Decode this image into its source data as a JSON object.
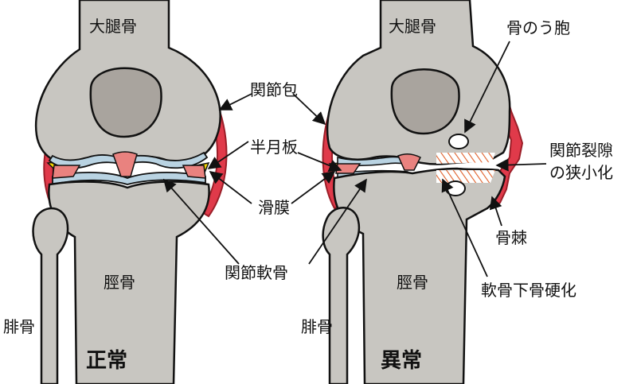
{
  "colors": {
    "bone": "#c8c6c1",
    "bone_outline": "#111111",
    "marrow": "#a9a49e",
    "cartilage": "#b9d3e2",
    "capsule": "#e03a4a",
    "capsule_outline": "#9b1e28",
    "meniscus": "#e9827f",
    "synovial_fluid": "#f5d800",
    "sclerosis_hatch": "#e0602a",
    "background": "#ffffff"
  },
  "normal": {
    "caption": "正常",
    "femur_label": "大腿骨",
    "tibia_label": "脛骨",
    "fibula_label": "腓骨"
  },
  "abnormal": {
    "caption": "異常",
    "femur_label": "大腿骨",
    "tibia_label": "脛骨",
    "fibula_label": "腓骨"
  },
  "labels": {
    "capsule": "関節包",
    "meniscus": "半月板",
    "synovium": "滑膜",
    "cartilage": "関節軟骨",
    "bone_cyst": "骨のう胞",
    "joint_space_line1": "関節裂隙",
    "joint_space_line2": "の狭小化",
    "osteophyte": "骨棘",
    "subchondral_sclerosis": "軟骨下骨硬化"
  }
}
